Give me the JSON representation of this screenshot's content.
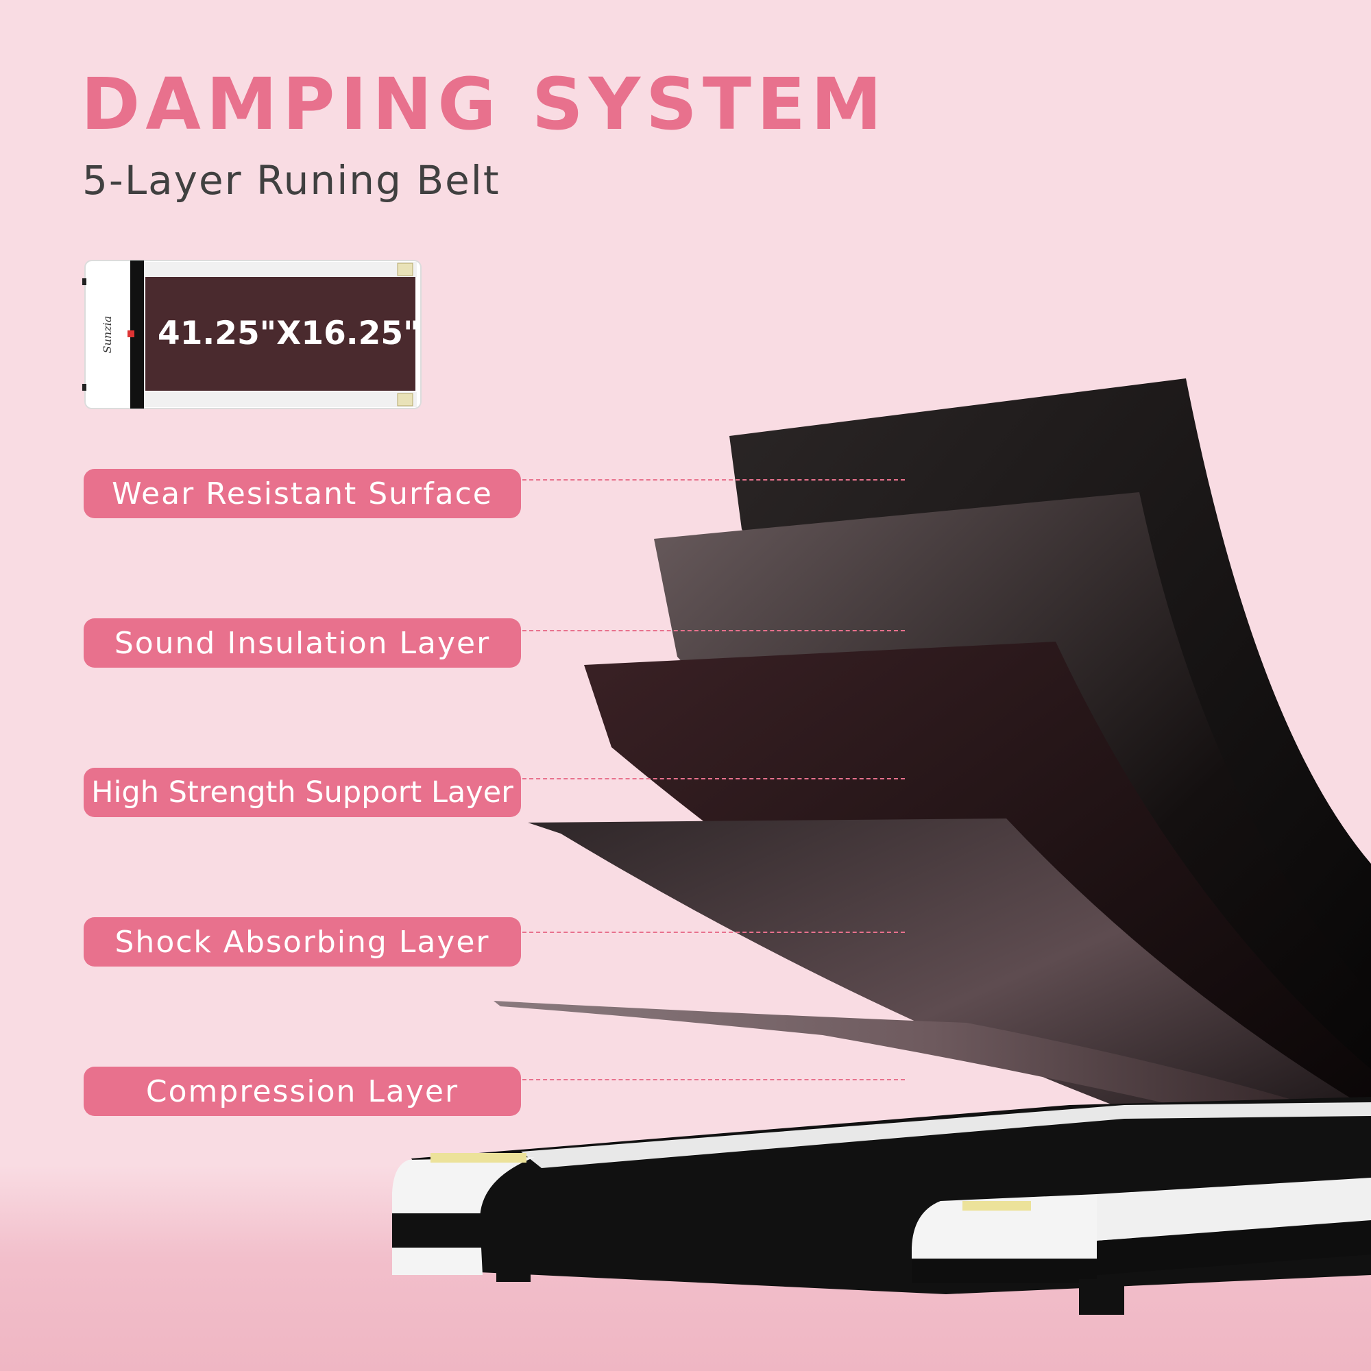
{
  "header": {
    "title": "DAMPING SYSTEM",
    "subtitle": "5-Layer Runing Belt"
  },
  "thumbnail": {
    "dimension": "41.25\"X16.25\"",
    "brand_logo": "Sunzia-logo"
  },
  "layers": [
    {
      "label": "Wear Resistant Surface"
    },
    {
      "label": "Sound Insulation Layer"
    },
    {
      "label": "High Strength Support Layer"
    },
    {
      "label": "Shock Absorbing Layer"
    },
    {
      "label": "Compression Layer"
    }
  ],
  "colors": {
    "background": "#f9dce3",
    "accent": "#e8718d",
    "subtitle": "#404040",
    "sheet_dark": "#0a0808",
    "belt_brown": "#4a2a2e"
  }
}
